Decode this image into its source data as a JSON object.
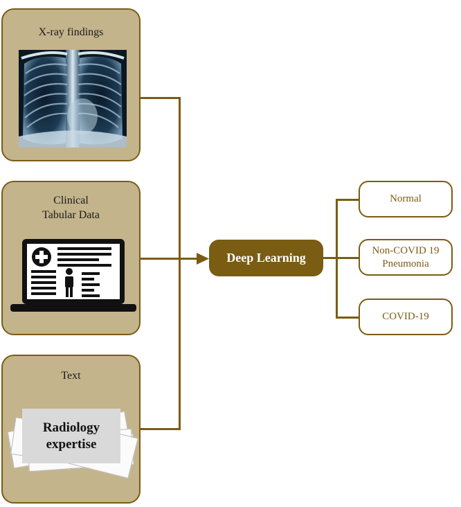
{
  "inputs": {
    "xray": {
      "title": "X-ray findings"
    },
    "clinical": {
      "title_line1": "Clinical",
      "title_line2": "Tabular Data"
    },
    "text": {
      "title": "Text",
      "card_line1": "Radiology",
      "card_line2": "expertise"
    }
  },
  "model": {
    "label": "Deep Learning"
  },
  "outputs": {
    "normal": "Normal",
    "pneumonia_line1": "Non-COVID 19",
    "pneumonia_line2": "Pneumonia",
    "covid": "COVID-19"
  },
  "colors": {
    "accent": "#7a5c12",
    "box_fill": "#c4b48c",
    "output_text": "#7a5c12"
  }
}
